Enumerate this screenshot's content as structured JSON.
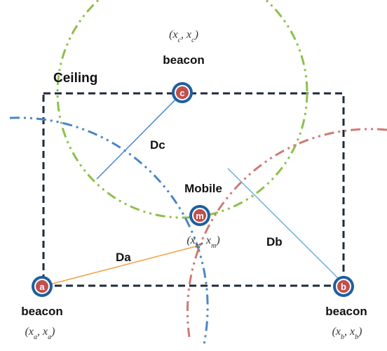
{
  "diagram": {
    "ceiling_label": "Ceiling",
    "mobile_label": "Mobile",
    "nodes": {
      "a": {
        "letter": "a",
        "caption": "beacon",
        "coords": "(xa, xa)",
        "coord_sub": "a"
      },
      "b": {
        "letter": "b",
        "caption": "beacon",
        "coords": "(xb, xb)",
        "coord_sub": "b"
      },
      "c": {
        "letter": "c",
        "caption": "beacon",
        "coords": "(xc, xc)",
        "coord_sub": "c"
      },
      "m": {
        "letter": "m",
        "coords": "(xm, xm)",
        "coord_sub": "m"
      }
    },
    "distances": {
      "a": "Da",
      "b": "Db",
      "c": "Dc"
    },
    "colors": {
      "node_ring": "#1f5fa0",
      "node_fill": "#ffffff",
      "node_letter_bg": "#c0504d",
      "ceiling_rect": "#1f2a3a",
      "circle_c": "#8cc04b",
      "circle_a": "#4a86c8",
      "circle_b": "#d07a73",
      "line_da": "#f0a040",
      "line_db": "#6fb0d8",
      "line_dc": "#4a86c8"
    }
  }
}
